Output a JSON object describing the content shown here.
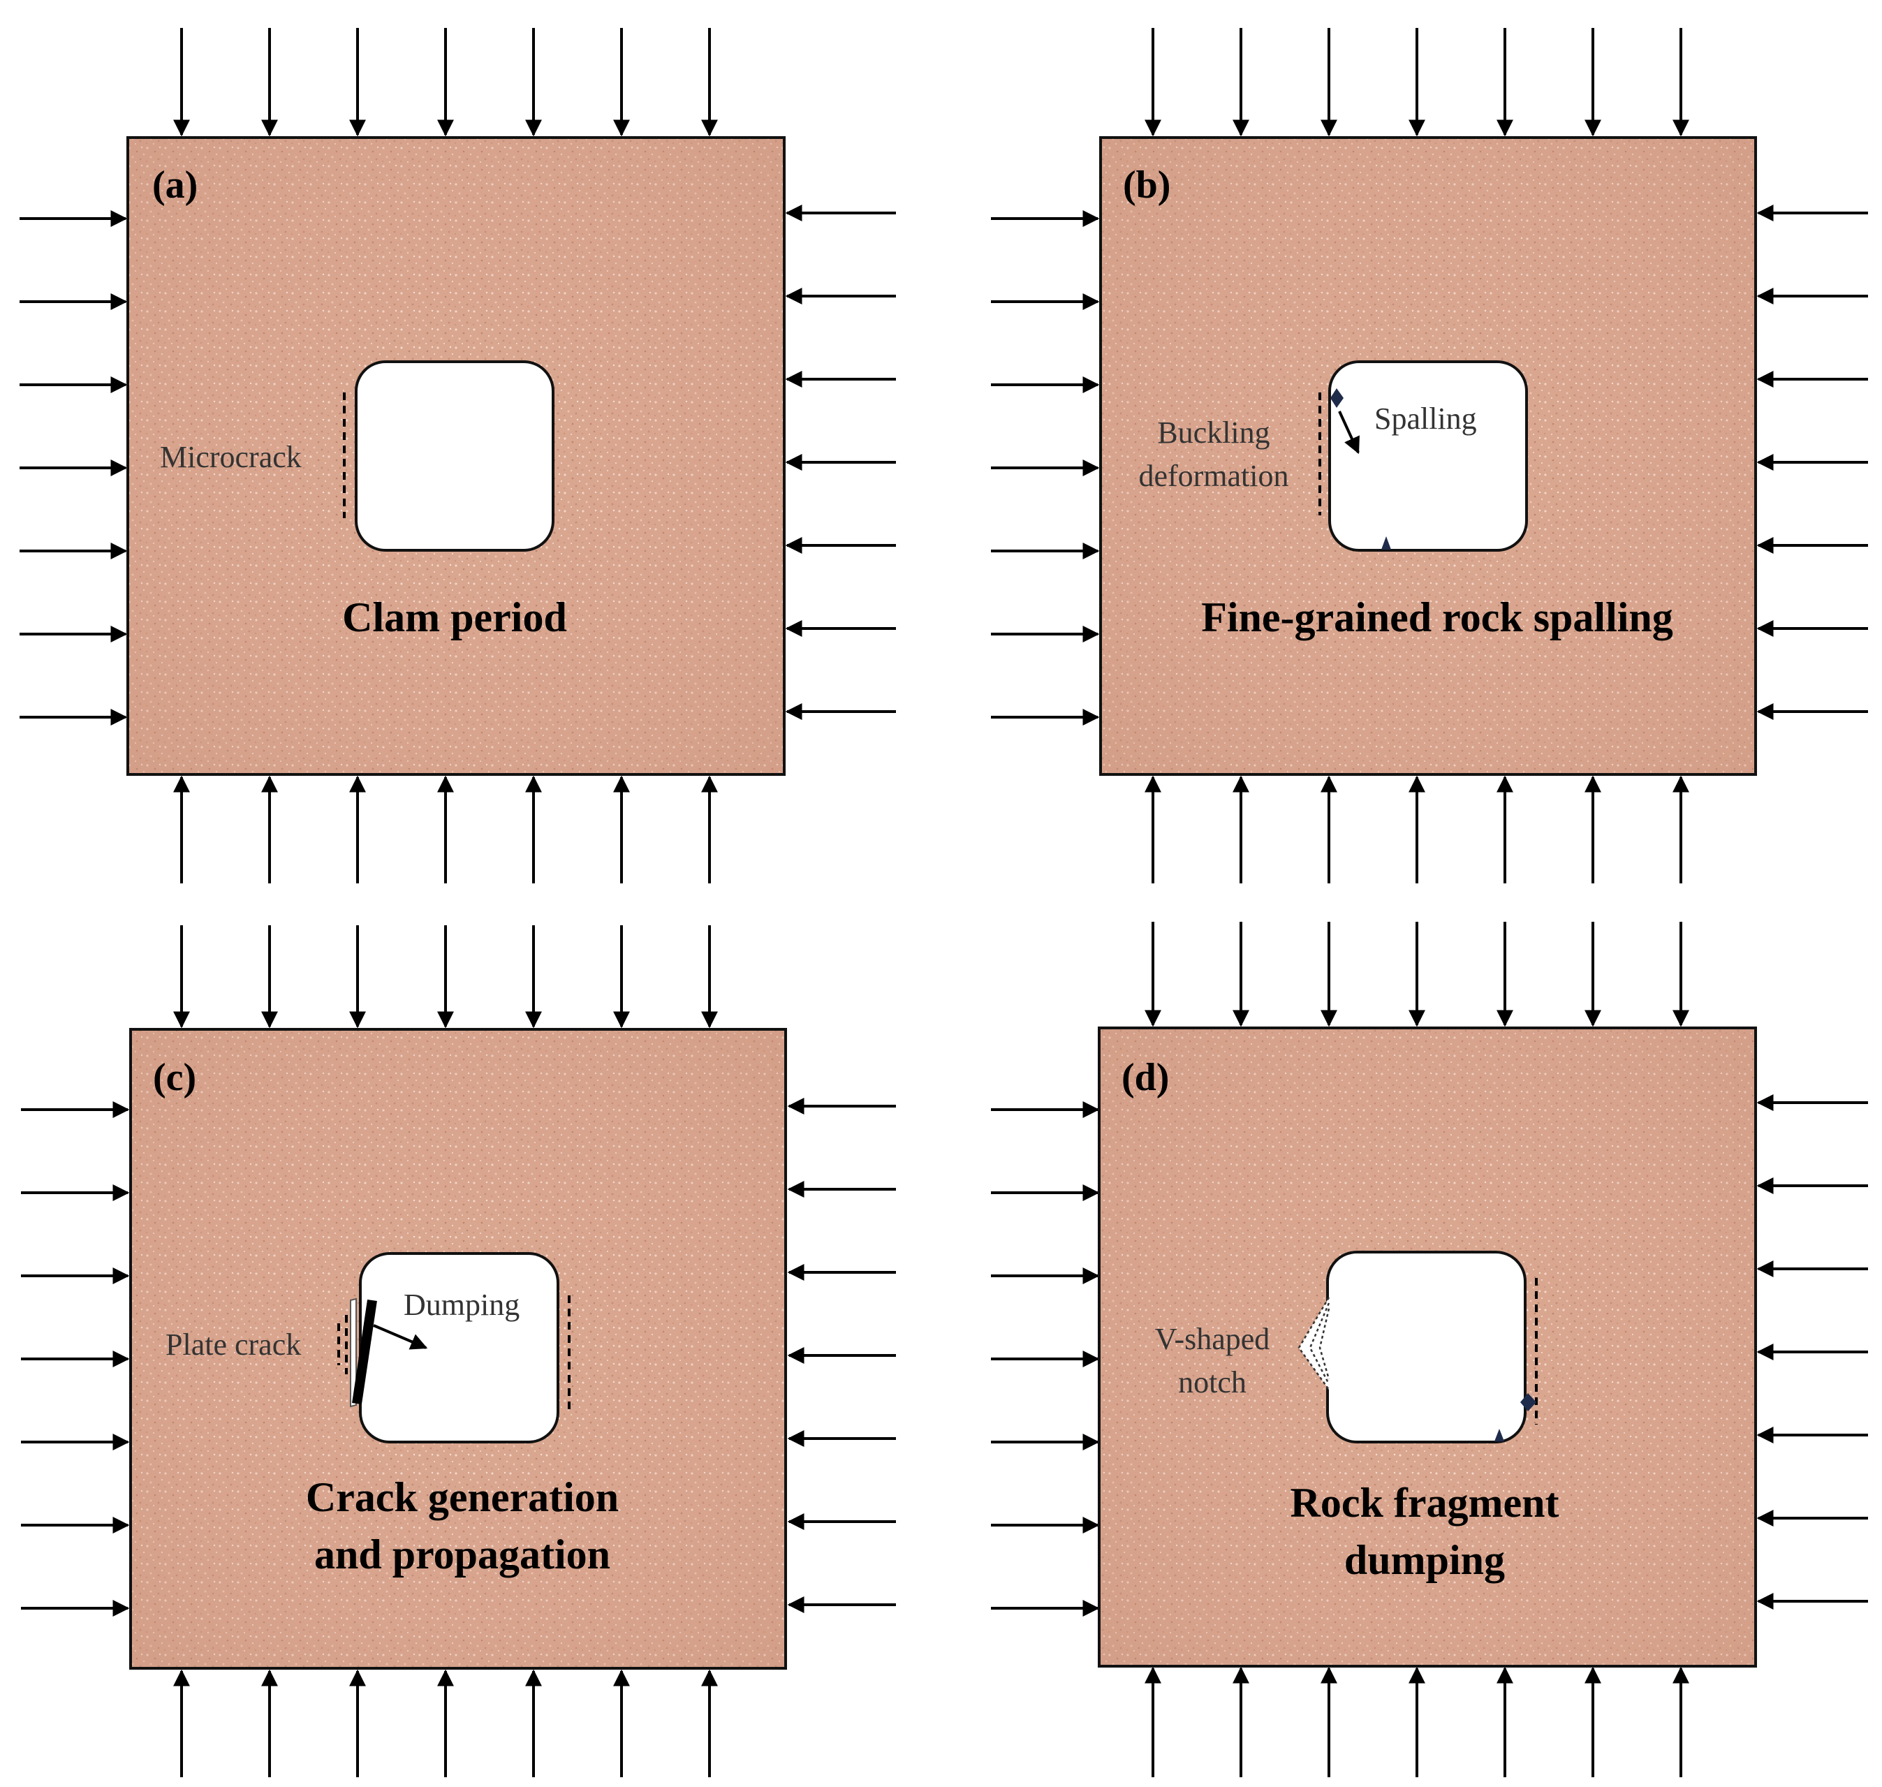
{
  "panels": [
    {
      "id": "a",
      "tag": "(a)",
      "title_lines": [
        "Clam period"
      ],
      "notes": [
        "Microcrack"
      ]
    },
    {
      "id": "b",
      "tag": "(b)",
      "title_lines": [
        "Fine-grained rock spalling"
      ],
      "notes": [
        "Spalling",
        "Buckling",
        "deformation"
      ]
    },
    {
      "id": "c",
      "tag": "(c)",
      "title_lines": [
        "Crack generation",
        "and propagation"
      ],
      "notes": [
        "Dumping",
        "Plate crack"
      ]
    },
    {
      "id": "d",
      "tag": "(d)",
      "title_lines": [
        "Rock fragment",
        "dumping"
      ],
      "notes": [
        "V-shaped",
        "notch"
      ]
    }
  ],
  "colors": {
    "rock_base": "#d9a58e",
    "rock_light": "#f0cdbd",
    "rock_dark": "#c48f78",
    "cavity": "#ffffff",
    "arrows": "#000000",
    "fragment_marker": "#1f2b4a"
  }
}
